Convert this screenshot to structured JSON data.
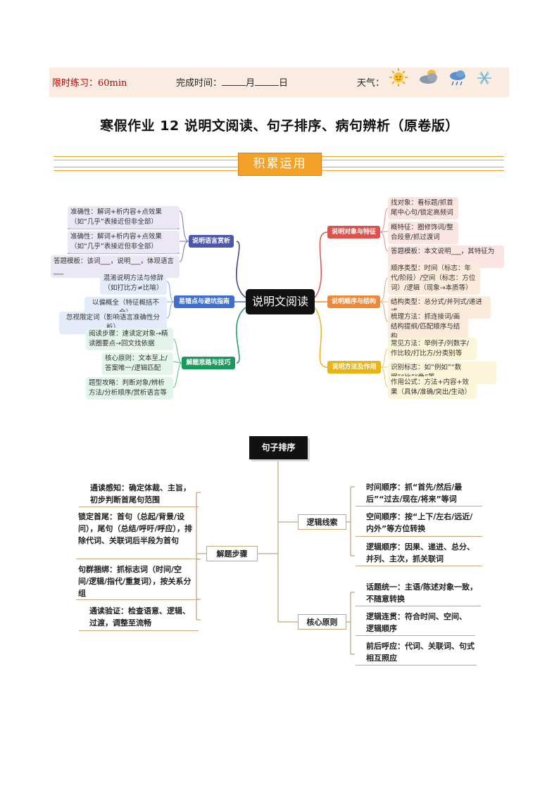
{
  "header": {
    "time_limit": "限时练习：60min",
    "finish_time_prefix": "完成时间：",
    "month": "月",
    "day": "日",
    "weather_label": "天气："
  },
  "title": "寒假作业 12  说明文阅读、句子排序、病句辨析（原卷版）",
  "banner": "积累运用",
  "mindmap1": {
    "center": "说明文阅读",
    "left": [
      {
        "label": "说明语言赏析",
        "color": "#4b57a8",
        "leaves": [
          "准确性：解词+析内容+点效果（如“几乎”表接近但非全部）",
          "准确性：解词+析内容+点效果（如“几乎”表接近但非全部）",
          "答题模板：该词___，说明___，体现语言___"
        ]
      },
      {
        "label": "易错点与避坑指南",
        "color": "#3f6fc8",
        "leaves": [
          "混淆说明方法与修辞（如打比方≠比喻）",
          "以偏概全（特征概括不全）",
          "忽视限定词（影响语言准确性分析）"
        ]
      },
      {
        "label": "解题思路与技巧",
        "color": "#1a9b5e",
        "leaves": [
          "阅读步骤：速读定对象→精读圈要点→回文找依据",
          "核心原则：文本至上/答案唯一/逻辑匹配",
          "题型攻略：判断对象/辨析方法/分析顺序/赏析语言等"
        ]
      }
    ],
    "right": [
      {
        "label": "说明对象与特征",
        "color": "#e0514b",
        "leaves": [
          "找对象：看标题/抓首尾中心句/锁定高频词",
          "概特征：圈修饰词/整合段意/抓过渡词",
          "答题模板：本文说明___，其特征为___"
        ]
      },
      {
        "label": "说明顺序与结构",
        "color": "#ec8a3a",
        "leaves": [
          "顺序类型：时间（标志：年代/阶段）/空间（标志：方位词）/逻辑（现象→本质等）",
          "结构类型：总分式/并列式/递进式",
          "梳理方法：抓连接词/画结构提纲/匹配顺序与结构"
        ]
      },
      {
        "label": "说明方法及作用",
        "color": "#e8b417",
        "leaves": [
          "常见方法：举例子/列数字/作比较/打比方/分类别等",
          "识别标志：如“例如”“数据”“比”“像”等",
          "作用公式：方法+内容+效果（具体/准确/突出/生动）"
        ]
      }
    ]
  },
  "mindmap2": {
    "root": "句子排序",
    "steps_label": "解题步骤",
    "steps": [
      "通读感知：确定体裁、主旨，初步判断首尾句范围",
      "锁定首尾：首句（总起/背景/设问），尾句（总结/呼吁/呼应），排除代词、关联词后半段为首句",
      "句群捆绑：抓标志词（时间/空间/逻辑/指代/重复词），按关系分组",
      "通读验证：检查语意、逻辑、过渡，调整至流畅"
    ],
    "clues_label": "逻辑线索",
    "clues": [
      "时间顺序：抓“首先/然后/最后”“过去/现在/将来”等词",
      "空间顺序：按“上下/左右/远近/内外”等方位转换",
      "逻辑顺序：因果、递进、总分、并列、主次，抓关联词"
    ],
    "principles_label": "核心原则",
    "principles": [
      "话题统一：主语/陈述对象一致，不随意转换",
      "逻辑连贯：符合时间、空间、逻辑顺序",
      "前后呼应：代词、关联词、句式相互照应"
    ]
  }
}
